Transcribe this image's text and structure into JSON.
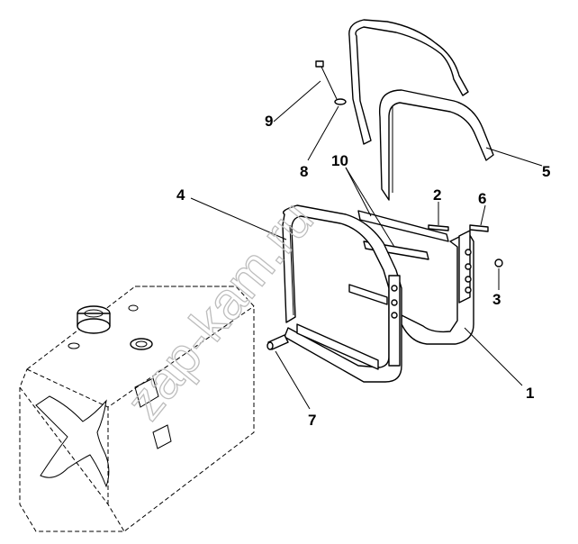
{
  "watermark": "zap-kam.ru",
  "callouts": [
    {
      "id": "1",
      "label": "1"
    },
    {
      "id": "2",
      "label": "2"
    },
    {
      "id": "3",
      "label": "3"
    },
    {
      "id": "4",
      "label": "4"
    },
    {
      "id": "5",
      "label": "5"
    },
    {
      "id": "6",
      "label": "6"
    },
    {
      "id": "7",
      "label": "7"
    },
    {
      "id": "8",
      "label": "8"
    },
    {
      "id": "9",
      "label": "9"
    },
    {
      "id": "10",
      "label": "10"
    }
  ],
  "colors": {
    "line": "#000000",
    "watermark": "#bdbdbd",
    "background": "#ffffff"
  }
}
